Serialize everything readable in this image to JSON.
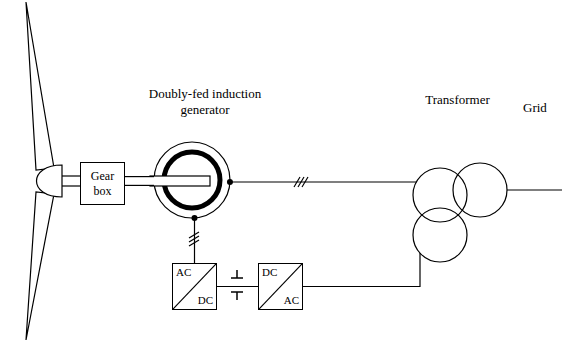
{
  "diagram": {
    "nodes": [
      {
        "text": [
          "Gear box"
        ]
      },
      {
        "text": [
          "Doubly-fed induction generator"
        ]
      },
      {
        "text": [
          "Transformer"
        ]
      },
      {
        "text": [
          "AC",
          "DC"
        ]
      },
      {
        "text": [
          "DC",
          "AC"
        ]
      }
    ],
    "edges": [
      {
        "from": 0,
        "to": 1,
        "arrow": "none"
      },
      {
        "from": 1,
        "to": 2,
        "arrow": "none"
      },
      {
        "from": 1,
        "to": 3,
        "arrow": "none"
      },
      {
        "from": 3,
        "to": 4,
        "arrow": "none"
      },
      {
        "from": 4,
        "to": 2,
        "arrow": "none"
      }
    ],
    "labels": [
      "Grid"
    ]
  }
}
